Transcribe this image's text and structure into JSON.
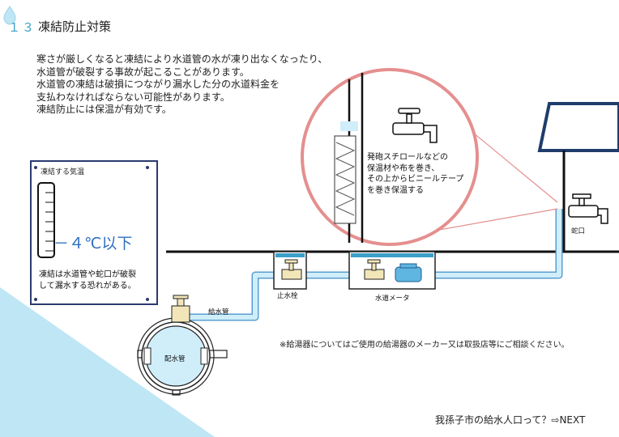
{
  "header": {
    "page_number": "１３",
    "title": "凍結防止対策"
  },
  "intro": {
    "lines": [
      "寒さが厳しくなると凍結により水道管の水が凍り出なくなったり、",
      "水道管が破裂する事故が起こることがあります。",
      "水道管の凍結は破損につながり漏水した分の水道料金を",
      "支払わなければならない可能性があります。",
      "凍結防止には保温が有効です。"
    ]
  },
  "callout": {
    "lines": [
      "発砲スチロールなどの",
      "保温材や布を巻き、",
      "その上からビニールテープ",
      "を巻き保温する"
    ]
  },
  "freeze_panel": {
    "title": "凍結する気温",
    "temperature": "－４℃以下",
    "note_lines": [
      "凍結は水道管や蛇口が破裂",
      "して漏水する恐れがある。"
    ]
  },
  "diagram_labels": {
    "faucet": "蛇口",
    "stop_valve": "止水栓",
    "water_meter": "水道メータ",
    "supply_pipe": "給水管",
    "distribution_main": "配水管"
  },
  "footer": {
    "note": "※給湯器についてはご使用の給湯器のメーカー又は取扱店等にご相談ください。",
    "next_link": "我孫子市の給水人口って？⇨NEXT"
  },
  "colors": {
    "accent": "#3aa0c8",
    "water": "#bfe6f4",
    "pipe_outline": "#5a9ed0",
    "magnifier_ring": "#e58f8f",
    "panel_border": "#2b3a6e",
    "temp_text": "#2f6fc0"
  }
}
